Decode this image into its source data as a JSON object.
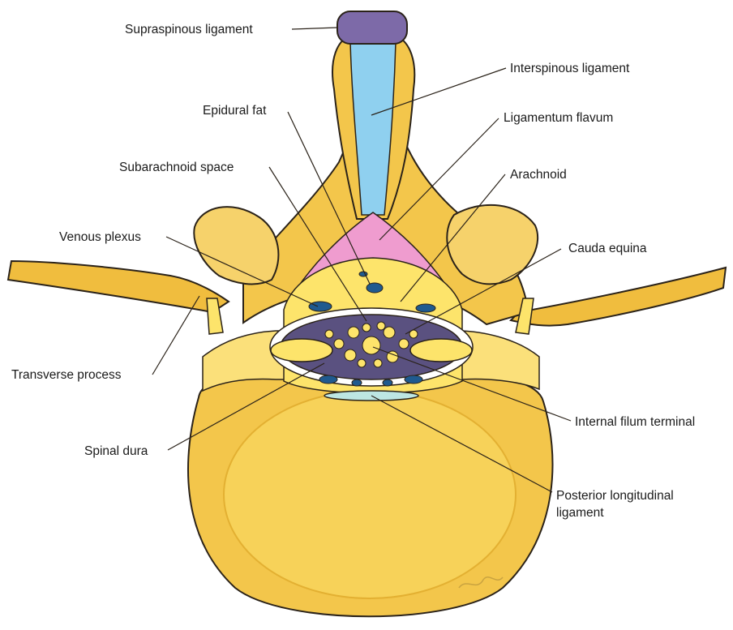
{
  "labels": {
    "supraspinous": "Supraspinous ligament",
    "interspinous": "Interspinous ligament",
    "epidural_fat": "Epidural fat",
    "ligamentum_flavum": "Ligamentum flavum",
    "subarachnoid": "Subarachnoid space",
    "arachnoid": "Arachnoid",
    "venous_plexus": "Venous plexus",
    "cauda_equina": "Cauda equina",
    "transverse_process": "Transverse process",
    "internal_filum": "Internal filum terminal",
    "spinal_dura": "Spinal dura",
    "posterior_longitudinal_line1": "Posterior longitudinal",
    "posterior_longitudinal_line2": "ligament"
  },
  "signature": "G.Bvelu",
  "colors": {
    "bone": "#f3c64b",
    "bone_light": "#fbe8a3",
    "bone_dark": "#d7a526",
    "ligament_purple": "#7d6aa8",
    "ligament_blue": "#8fd0ef",
    "ligament_pink": "#ef9ccf",
    "fat": "#fde46b",
    "dura_purple": "#5a5180",
    "vein": "#1f5a8f",
    "outline": "#2a2219"
  }
}
